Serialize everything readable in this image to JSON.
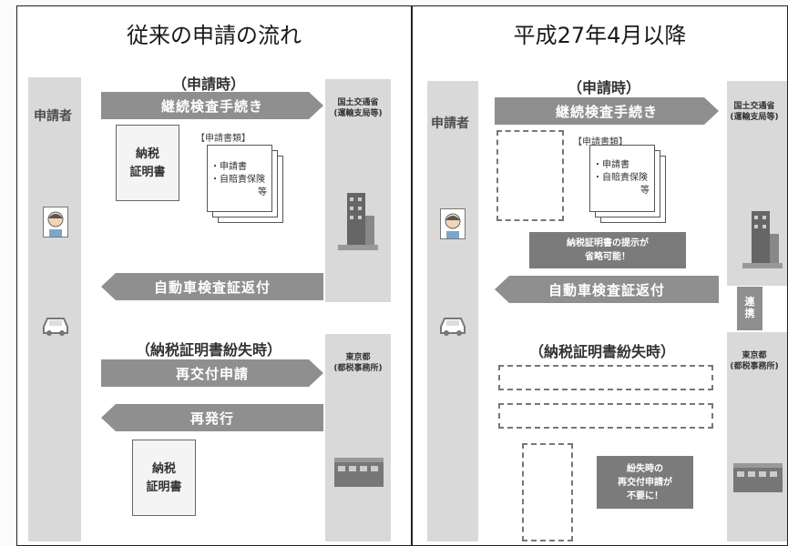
{
  "left": {
    "title": "従来の申請の流れ",
    "applicant": "申請者",
    "sec1_head": "（申請時）",
    "arrow_continuing": "継続検査手続き",
    "agency1_line1": "国土交通省",
    "agency1_line2": "(運輸支局等)",
    "doc_tag": "【申請書類】",
    "doc_line1": "・申請書",
    "doc_line2": "・自賠責保険",
    "doc_line3": "等",
    "cert_line1": "納税",
    "cert_line2": "証明書",
    "arrow_return": "自動車検査証返付",
    "sec2_head": "（納税証明書紛失時）",
    "agency2_line1": "東京都",
    "agency2_line2": "(都税事務所)",
    "arrow_reissue_apply": "再交付申請",
    "arrow_reissue": "再発行",
    "cert2_line1": "納税",
    "cert2_line2": "証明書"
  },
  "right": {
    "title": "平成27年4月以降",
    "applicant": "申請者",
    "sec1_head": "（申請時）",
    "arrow_continuing": "継続検査手続き",
    "agency1_line1": "国土交通省",
    "agency1_line2": "(運輸支局等)",
    "doc_tag": "【申請書類】",
    "doc_line1": "・申請書",
    "doc_line2": "・自賠責保険",
    "doc_line3": "等",
    "callout1_line1": "納税証明書の提示が",
    "callout1_line2": "省略可能！",
    "arrow_return": "自動車検査証返付",
    "sync_line1": "連",
    "sync_line2": "携",
    "sec2_head": "（納税証明書紛失時）",
    "agency2_line1": "東京都",
    "agency2_line2": "(都税事務所)",
    "callout2_line1": "紛失時の",
    "callout2_line2": "再交付申請が",
    "callout2_line3": "不要に！"
  },
  "colors": {
    "arrow": "#8f8f8f",
    "bar": "#d9d9d9",
    "callout": "#7b7b7b"
  }
}
